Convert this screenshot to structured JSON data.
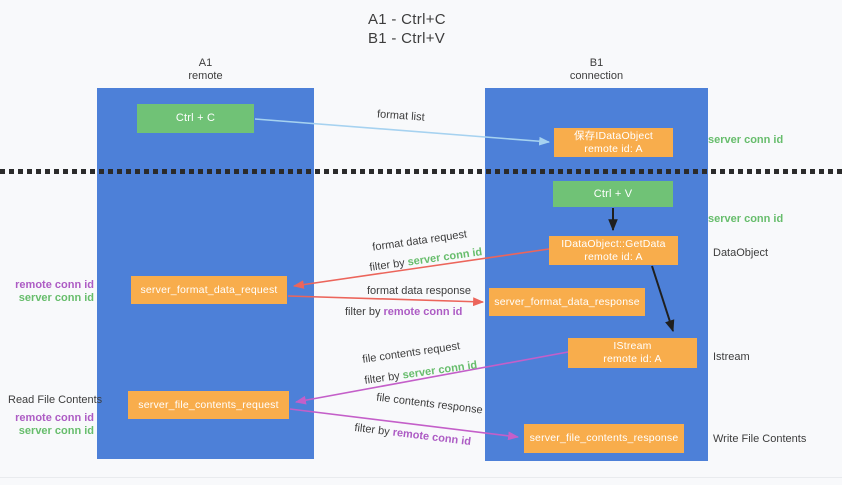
{
  "title": {
    "line1": "A1 - Ctrl+C",
    "line2": "B1 - Ctrl+V"
  },
  "columns": {
    "a1": {
      "name": "A1",
      "role": "remote"
    },
    "b1": {
      "name": "B1",
      "role": "connection"
    }
  },
  "nodes": {
    "ctrl_c": {
      "label": "Ctrl + C"
    },
    "save_idataobject": {
      "line1": "保存IDataObject",
      "line2": "remote id: A"
    },
    "ctrl_v": {
      "label": "Ctrl + V"
    },
    "idataobject_getdata": {
      "line1": "IDataObject::GetData",
      "line2": "remote id: A"
    },
    "server_format_data_request": {
      "label": "server_format_data_request"
    },
    "server_format_data_response": {
      "label": "server_format_data_response"
    },
    "istream": {
      "line1": "IStream",
      "line2": "remote id: A"
    },
    "server_file_contents_request": {
      "label": "server_file_contents_request"
    },
    "server_file_contents_response": {
      "label": "server_file_contents_response"
    }
  },
  "arrow_labels": {
    "format_list": "format list",
    "format_data_request": "format data request",
    "format_data_response": "format data response",
    "file_contents_request": "file contents request",
    "file_contents_response": "file contents response",
    "filter_by": "filter by",
    "server_conn_id": "server conn id",
    "remote_conn_id": "remote conn id"
  },
  "side_labels": {
    "server_conn_id_top": "server conn id",
    "server_conn_id_middle": "server conn id",
    "dataobject": "DataObject",
    "istream": "Istream",
    "read_file_contents": "Read File Contents",
    "write_file_contents": "Write File Contents",
    "remote_conn_id": "remote conn id",
    "server_conn_id": "server conn id"
  },
  "colors": {
    "column_blue": "#4d80d8",
    "box_green": "#70c276",
    "box_orange": "#f8ad4c",
    "arrow_red": "#ec655b",
    "arrow_magenta": "#c45fc9",
    "arrow_blue": "#a6d2f0",
    "label_green": "#67bd6c",
    "label_purple": "#ad5cc4",
    "text_dark": "#3d3d3d"
  }
}
